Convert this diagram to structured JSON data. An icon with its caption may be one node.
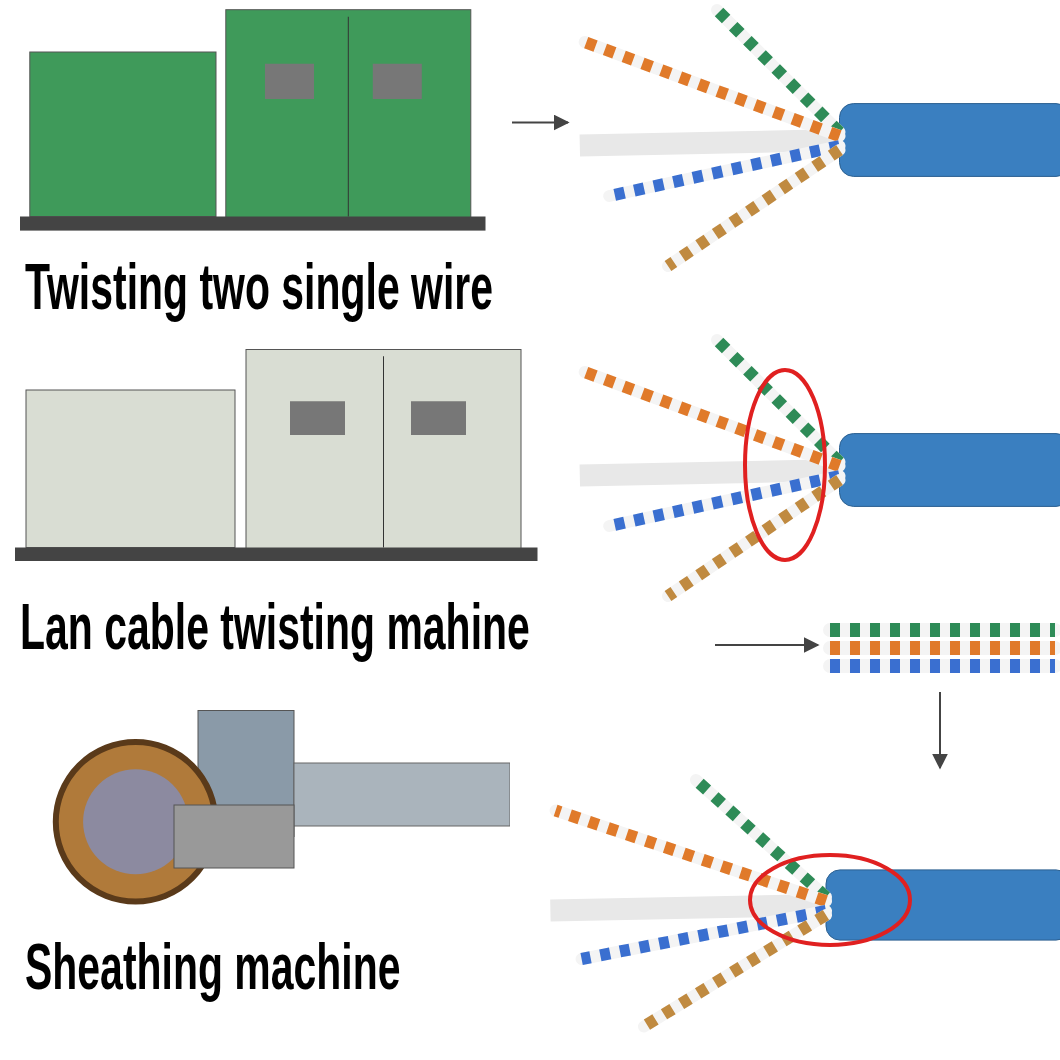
{
  "diagram": {
    "nodes": [
      {
        "text": [],
        "shape": "picture",
        "beside": [
          "Twisting two single wire"
        ]
      },
      {
        "text": [],
        "shape": "picture"
      },
      {
        "text": [],
        "shape": "picture",
        "beside": [
          "Lan cable twisting mahine"
        ]
      },
      {
        "text": [],
        "shape": "picture"
      },
      {
        "text": [],
        "shape": "picture"
      },
      {
        "text": [],
        "shape": "picture",
        "beside": [
          "Sheathing machine"
        ]
      },
      {
        "text": [],
        "shape": "picture"
      }
    ],
    "edges": [
      {
        "from": 0,
        "to": 1,
        "arrow": "to"
      },
      {
        "from": null,
        "to": 4,
        "arrow": "to"
      },
      {
        "from": 4,
        "to": 6,
        "arrow": "to"
      }
    ]
  }
}
